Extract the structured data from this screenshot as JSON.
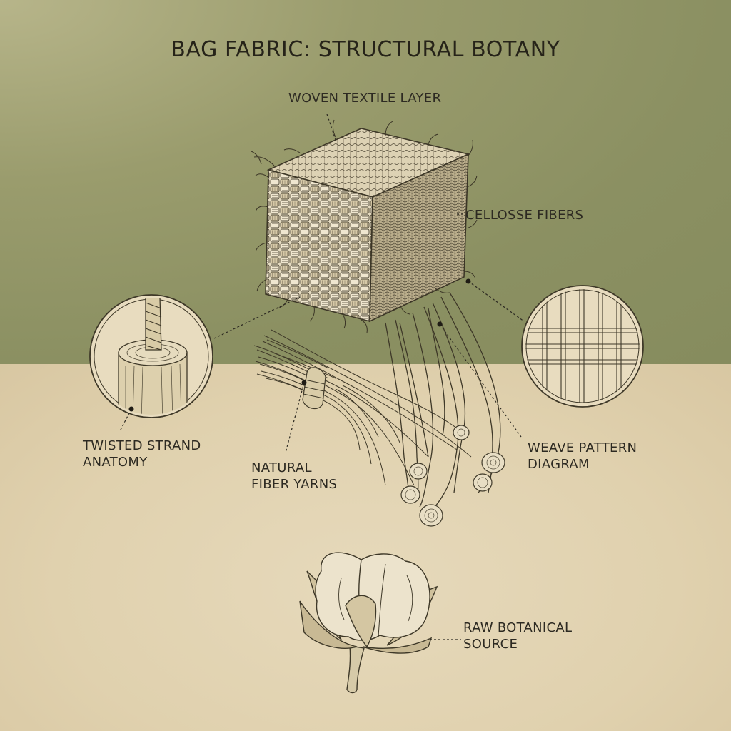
{
  "title": "BAG FABRIC: STRUCTURAL BOTANY",
  "labels": {
    "woven_textile_layer": "WOVEN TEXTILE LAYER",
    "cellulose_fibers": "CELLOSSE FIBERS",
    "twisted_strand_line1": "TWISTED STRAND",
    "twisted_strand_line2": "ANATOMY",
    "natural_fiber_line1": "NATURAL",
    "natural_fiber_line2": "FIBER YARNS",
    "weave_pattern_line1": "WEAVE PATTERN",
    "weave_pattern_line2": "DIAGRAM",
    "raw_botanical_line1": "RAW BOTANICAL",
    "raw_botanical_line2": "SOURCE"
  },
  "colors": {
    "top_background": "#8b9062",
    "bottom_background": "#e3d5b4",
    "ink": "#2d2a22"
  }
}
